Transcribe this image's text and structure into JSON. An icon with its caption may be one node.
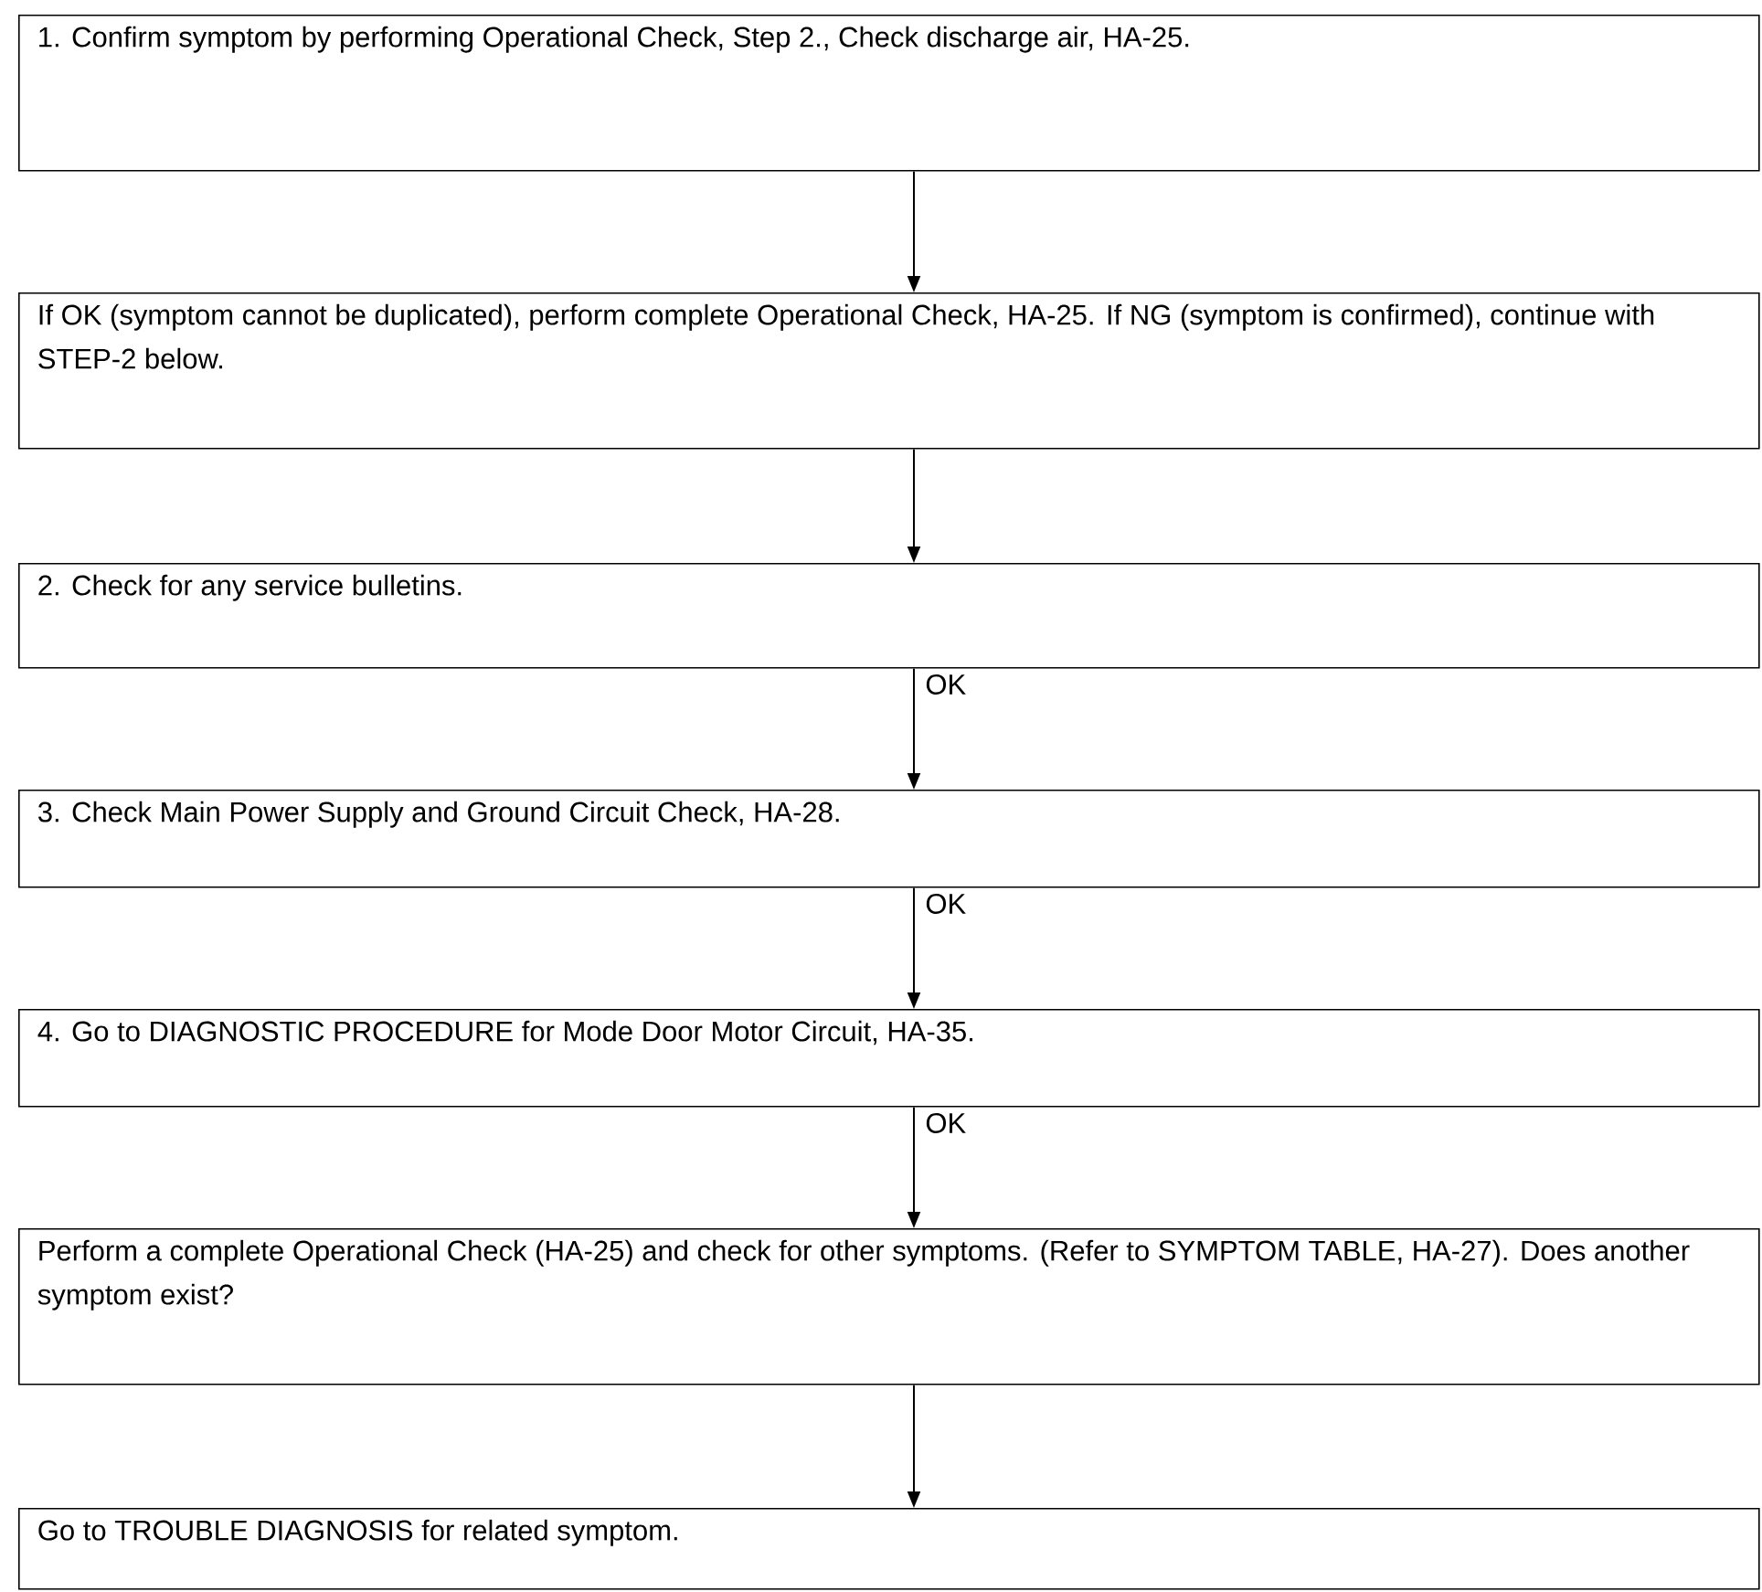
{
  "diagram": {
    "nodes": [
      {
        "text": [
          "1. Confirm symptom by performing Operational Check, Step 2., Check discharge air, HA-25."
        ]
      },
      {
        "text": [
          "If OK (symptom cannot be duplicated), perform complete Operational Check, HA-25. If NG (symptom is confirmed), continue with STEP-2 below."
        ]
      },
      {
        "text": [
          "2. Check for any service bulletins."
        ]
      },
      {
        "text": [
          "3. Check Main Power Supply and Ground Circuit Check, HA-28."
        ]
      },
      {
        "text": [
          "4. Go to DIAGNOSTIC PROCEDURE for Mode Door Motor Circuit, HA-35."
        ]
      },
      {
        "text": [
          "Perform a complete Operational Check (HA-25) and check for other symptoms. (Refer to SYMPTOM TABLE, HA-27). Does another symptom exist?"
        ]
      },
      {
        "text": [
          "Go to TROUBLE DIAGNOSIS for related symptom."
        ]
      }
    ],
    "edges": [
      {
        "from": 0,
        "to": 1,
        "arrow": "to"
      },
      {
        "from": 1,
        "to": 2,
        "arrow": "to"
      },
      {
        "from": 2,
        "to": 3,
        "arrow": "to",
        "label": "OK"
      },
      {
        "from": 3,
        "to": 4,
        "arrow": "to",
        "label": "OK"
      },
      {
        "from": 4,
        "to": 5,
        "arrow": "to",
        "label": "OK"
      },
      {
        "from": 5,
        "to": 6,
        "arrow": "to"
      }
    ]
  }
}
